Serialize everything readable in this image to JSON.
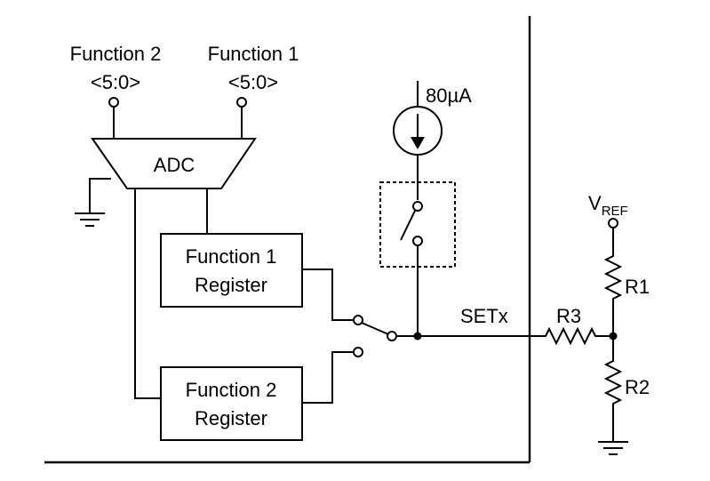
{
  "labels": {
    "function2_name": "Function 2",
    "function2_bits": "<5:0>",
    "function1_name": "Function 1",
    "function1_bits": "<5:0>",
    "adc": "ADC",
    "current_source": "80µA",
    "func1_register_line1": "Function 1",
    "func1_register_line2": "Register",
    "func2_register_line1": "Function 2",
    "func2_register_line2": "Register",
    "setx": "SETx",
    "r3": "R3",
    "vref_main": "V",
    "vref_sub": "REF",
    "r1": "R1",
    "r2": "R2"
  }
}
